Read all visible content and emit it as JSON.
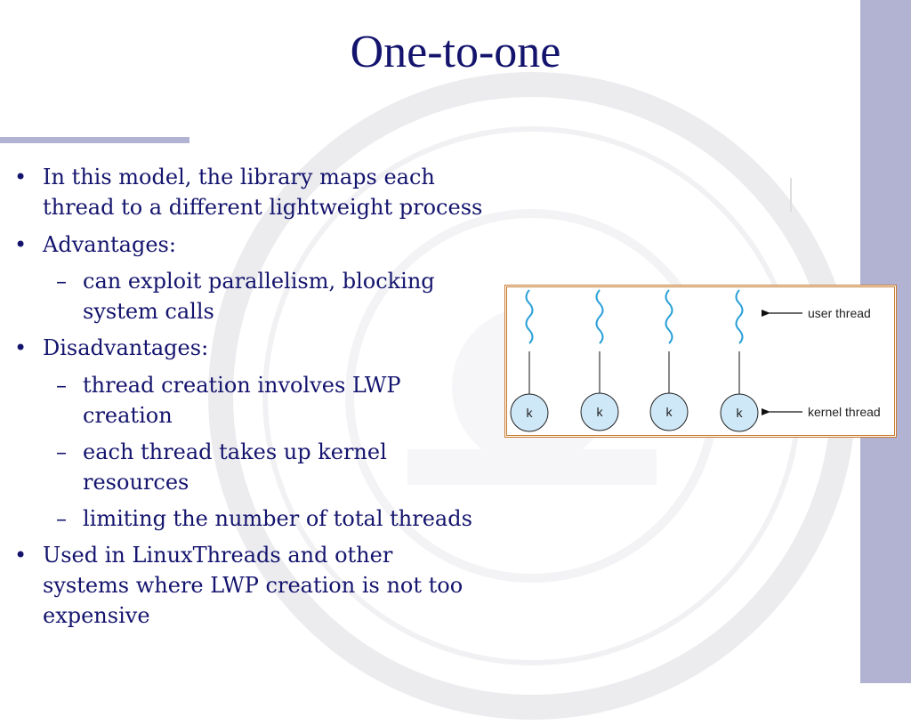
{
  "slide": {
    "title": "One-to-one",
    "bullets": [
      {
        "marker": "•",
        "lines": [
          "In this model, the library maps each",
          "thread to a different lightweight process"
        ]
      },
      {
        "marker": "•",
        "lines": [
          "Advantages:"
        ]
      },
      {
        "marker": "–",
        "lines": [
          "can exploit parallelism, blocking",
          "system calls"
        ]
      },
      {
        "marker": "•",
        "lines": [
          "Disadvantages:"
        ]
      },
      {
        "marker": "–",
        "lines": [
          "thread creation involves LWP",
          "creation"
        ]
      },
      {
        "marker": "–",
        "lines": [
          "each thread takes up kernel",
          "resources"
        ]
      },
      {
        "marker": "–",
        "lines": [
          "limiting the number of total threads"
        ]
      },
      {
        "marker": "•",
        "lines": [
          "Used in LinuxThreads and other",
          "systems where LWP creation is not too",
          "expensive"
        ]
      }
    ]
  },
  "diagram": {
    "user_thread_label": "user thread",
    "kernel_thread_label": "kernel thread",
    "kernel_node_label": "k",
    "thread_count": 4,
    "colors": {
      "thread_line": "#29a0d8",
      "kernel_fill": "#cfe8f7",
      "border": "#c87a2f"
    }
  },
  "theme": {
    "text_color": "#14146e",
    "accent_band": "#b2b2d2"
  }
}
